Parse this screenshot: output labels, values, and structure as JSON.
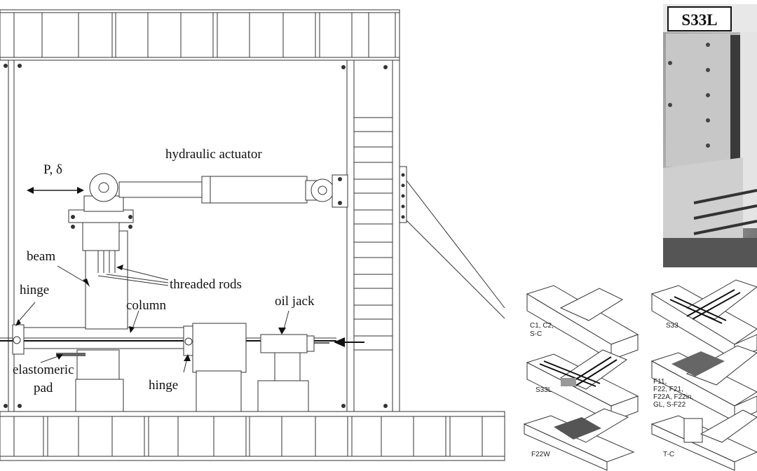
{
  "setup": {
    "labels": {
      "load": "P, δ",
      "actuator": "hydraulic actuator",
      "beam": "beam",
      "threaded_rods": "threaded rods",
      "hinge_left": "hinge",
      "column": "column",
      "oil_jack": "oil jack",
      "pad_line1": "elastomeric",
      "pad_line2": "pad",
      "hinge_right": "hinge"
    }
  },
  "photo": {
    "specimen_label": "S33L"
  },
  "specimens": [
    {
      "label_lines": [
        "C1, C2,",
        "S-C"
      ]
    },
    {
      "label_lines": [
        "S33"
      ]
    },
    {
      "label_lines": [
        "S33L"
      ]
    },
    {
      "label_lines": [
        "F11,",
        "F22, F21,",
        "F22A, F22in,",
        "GL, S-F22"
      ]
    },
    {
      "label_lines": [
        "F22W"
      ]
    },
    {
      "label_lines": [
        "T-C"
      ]
    }
  ]
}
